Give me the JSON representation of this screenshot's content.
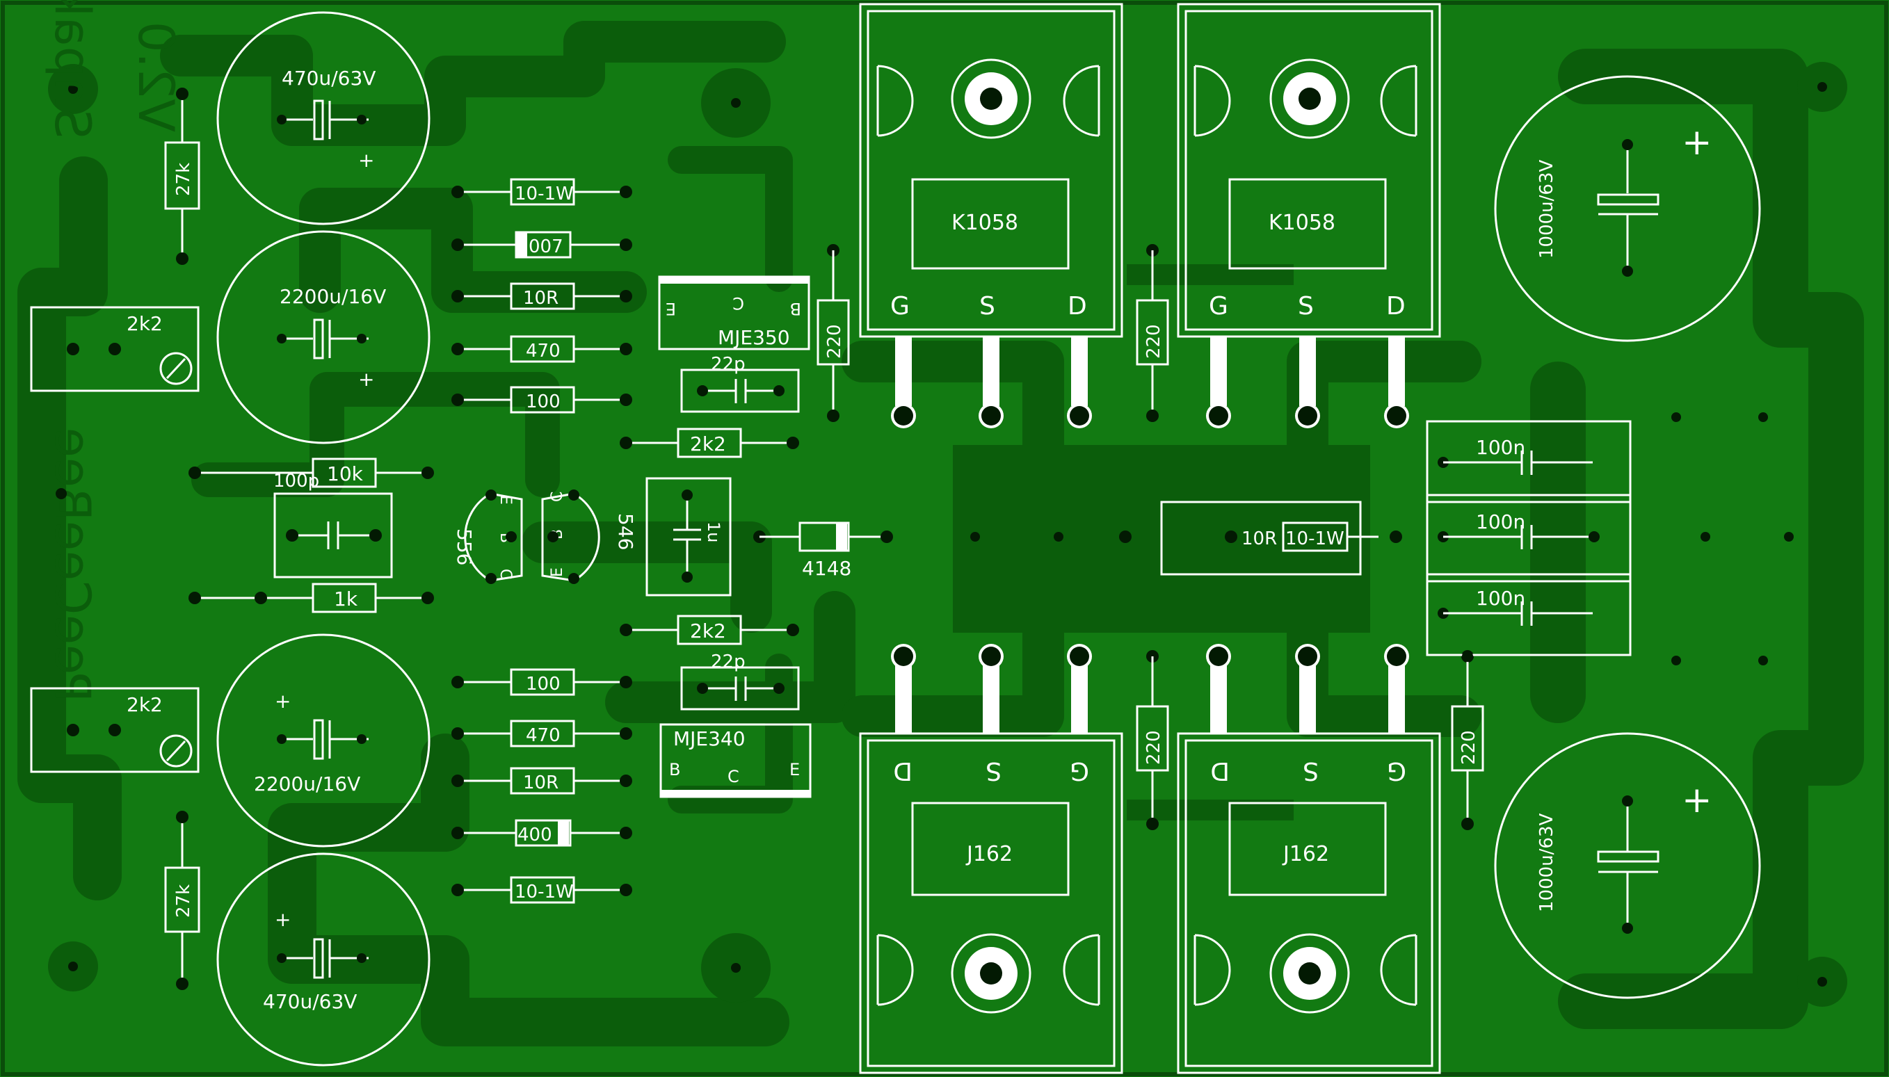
{
  "colors": {
    "board": "#127a12",
    "copper": "#0b5d0b",
    "silkscreen": "#ffffff",
    "pad": "#031a03"
  },
  "board": {
    "mirror_text_1": "V2.0",
    "mirror_text_2": "Shpak",
    "mirror_text_3": "PeeCeeBee"
  },
  "electrolytics": [
    {
      "id": "c1",
      "label": "470u/63V",
      "plus": "+"
    },
    {
      "id": "c2",
      "label": "2200u/16V",
      "plus": "+"
    },
    {
      "id": "c3",
      "label": "2200u/16V",
      "plus": "+"
    },
    {
      "id": "c4",
      "label": "470u/63V",
      "plus": "+"
    },
    {
      "id": "c5",
      "label": "1000u/63V",
      "plus": "+"
    },
    {
      "id": "c6",
      "label": "1000u/63V",
      "plus": "+"
    }
  ],
  "resistors_left": [
    {
      "id": "r27k_top",
      "label": "27k"
    },
    {
      "id": "r27k_bottom",
      "label": "27k"
    },
    {
      "id": "r10_1w_top",
      "label": "10-1W"
    },
    {
      "id": "d007",
      "label": "007"
    },
    {
      "id": "r10r_top",
      "label": "10R"
    },
    {
      "id": "r470_top",
      "label": "470"
    },
    {
      "id": "r100_top",
      "label": "100"
    },
    {
      "id": "r100_bottom",
      "label": "100"
    },
    {
      "id": "r470_bottom",
      "label": "470"
    },
    {
      "id": "r10r_bottom",
      "label": "10R"
    },
    {
      "id": "d400",
      "label": "400"
    },
    {
      "id": "r10_1w_bottom",
      "label": "10-1W"
    }
  ],
  "trimmers": [
    {
      "id": "pot1",
      "label": "2k2"
    },
    {
      "id": "pot2",
      "label": "2k2"
    }
  ],
  "center": {
    "r10k": "10k",
    "c100p": "100p",
    "r1k": "1k",
    "q556": "556",
    "q546": "546",
    "q556_pins": [
      "E",
      "B",
      "C"
    ],
    "q546_pins": [
      "C",
      "B",
      "E"
    ],
    "r2k2_top": "2k2",
    "r2k2_bottom": "2k2",
    "c22p_top": "22p",
    "c22p_bottom": "22p",
    "c1u": "1u",
    "d4148": "4148",
    "mje350": "MJE350",
    "mje350_pins": [
      "E",
      "C",
      "B"
    ],
    "mje340": "MJE340",
    "mje340_pins": [
      "B",
      "C",
      "E"
    ],
    "r220_a": "220",
    "r220_b": "220",
    "r220_c": "220",
    "r220_d": "220",
    "r10r_center": "10R",
    "r10_1w_center": "10-1W"
  },
  "mosfets_top": [
    {
      "id": "qt1",
      "label": "K1058",
      "pins": [
        "G",
        "S",
        "D"
      ]
    },
    {
      "id": "qt2",
      "label": "K1058",
      "pins": [
        "G",
        "S",
        "D"
      ]
    }
  ],
  "mosfets_bottom": [
    {
      "id": "qb1",
      "label": "J162",
      "pins": [
        "D",
        "S",
        "G"
      ]
    },
    {
      "id": "qb2",
      "label": "J162",
      "pins": [
        "D",
        "S",
        "G"
      ]
    }
  ],
  "caps_right": [
    {
      "id": "c100n_1",
      "label": "100n"
    },
    {
      "id": "c100n_2",
      "label": "100n"
    },
    {
      "id": "c100n_3",
      "label": "100n"
    }
  ]
}
